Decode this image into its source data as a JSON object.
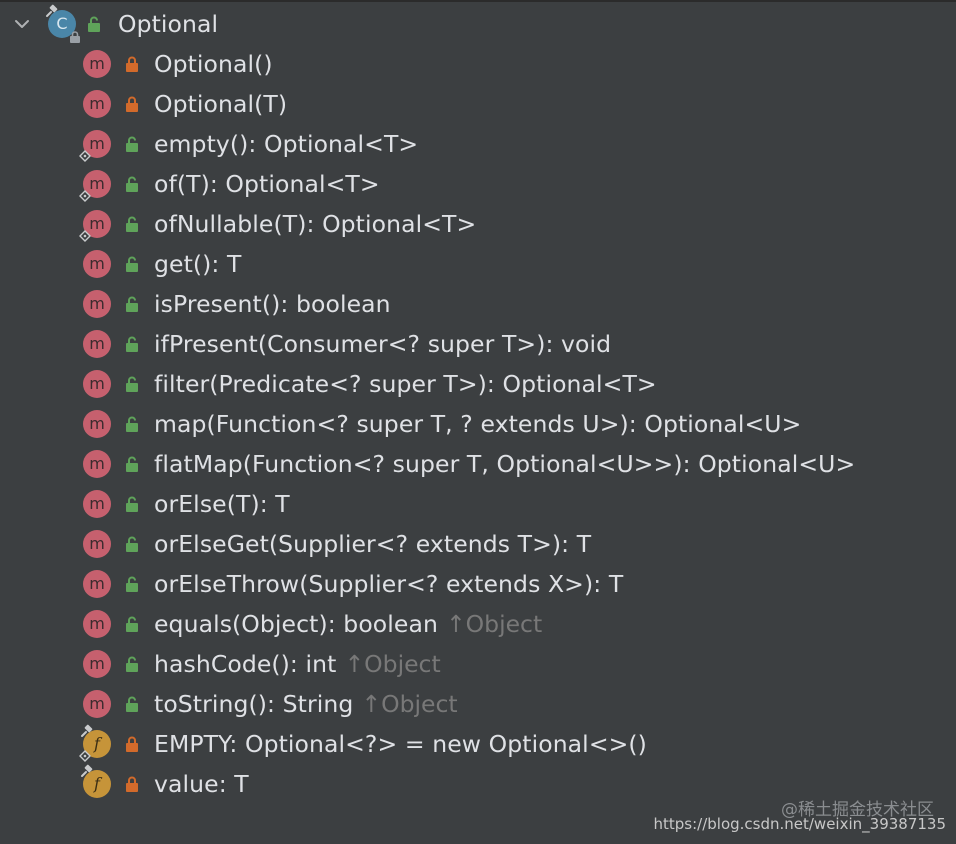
{
  "colors": {
    "background": "#3c3f41",
    "text": "#dfe1e5",
    "inherited_text": "#787878",
    "method_icon": "#c6606e",
    "field_icon": "#c69439",
    "class_icon": "#4a86a8",
    "public_lock": "#5fa35a",
    "private_lock": "#d26a2b"
  },
  "root": {
    "icon": "class-icon",
    "icon_letter": "C",
    "access": "public",
    "label": "Optional",
    "expanded": true
  },
  "members": [
    {
      "kind": "m",
      "static": false,
      "access": "private",
      "label": "Optional()",
      "inherited": ""
    },
    {
      "kind": "m",
      "static": false,
      "access": "private",
      "label": "Optional(T)",
      "inherited": ""
    },
    {
      "kind": "m",
      "static": true,
      "access": "public",
      "label": "empty(): Optional<T>",
      "inherited": ""
    },
    {
      "kind": "m",
      "static": true,
      "access": "public",
      "label": "of(T): Optional<T>",
      "inherited": ""
    },
    {
      "kind": "m",
      "static": true,
      "access": "public",
      "label": "ofNullable(T): Optional<T>",
      "inherited": ""
    },
    {
      "kind": "m",
      "static": false,
      "access": "public",
      "label": "get(): T",
      "inherited": ""
    },
    {
      "kind": "m",
      "static": false,
      "access": "public",
      "label": "isPresent(): boolean",
      "inherited": ""
    },
    {
      "kind": "m",
      "static": false,
      "access": "public",
      "label": "ifPresent(Consumer<? super T>): void",
      "inherited": ""
    },
    {
      "kind": "m",
      "static": false,
      "access": "public",
      "label": "filter(Predicate<? super T>): Optional<T>",
      "inherited": ""
    },
    {
      "kind": "m",
      "static": false,
      "access": "public",
      "label": "map(Function<? super T, ? extends U>): Optional<U>",
      "inherited": ""
    },
    {
      "kind": "m",
      "static": false,
      "access": "public",
      "label": "flatMap(Function<? super T, Optional<U>>): Optional<U>",
      "inherited": ""
    },
    {
      "kind": "m",
      "static": false,
      "access": "public",
      "label": "orElse(T): T",
      "inherited": ""
    },
    {
      "kind": "m",
      "static": false,
      "access": "public",
      "label": "orElseGet(Supplier<? extends T>): T",
      "inherited": ""
    },
    {
      "kind": "m",
      "static": false,
      "access": "public",
      "label": "orElseThrow(Supplier<? extends X>): T",
      "inherited": ""
    },
    {
      "kind": "m",
      "static": false,
      "access": "public",
      "label": "equals(Object): boolean",
      "inherited": "↑Object"
    },
    {
      "kind": "m",
      "static": false,
      "access": "public",
      "label": "hashCode(): int",
      "inherited": "↑Object"
    },
    {
      "kind": "m",
      "static": false,
      "access": "public",
      "label": "toString(): String",
      "inherited": "↑Object"
    },
    {
      "kind": "f",
      "static": true,
      "access": "private",
      "label": "EMPTY: Optional<?> = new Optional<>()",
      "inherited": ""
    },
    {
      "kind": "f",
      "static": false,
      "access": "private",
      "label": "value: T",
      "inherited": ""
    }
  ],
  "watermark": "@稀土掘金技术社区",
  "url": "https://blog.csdn.net/weixin_39387135"
}
